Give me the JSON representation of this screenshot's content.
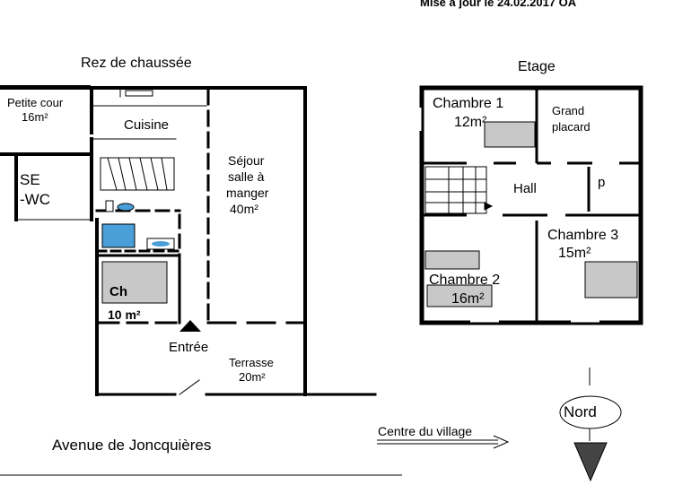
{
  "header": {
    "update_note": "Mise à jour le 24.02.2017 OA"
  },
  "ground_floor": {
    "title": "Rez de chaussée",
    "rooms": {
      "petite_cour": {
        "name": "Petite cour",
        "area": "16m²"
      },
      "cuisine": {
        "name": "Cuisine"
      },
      "se_wc": {
        "line1": "SE",
        "line2": "-WC"
      },
      "sejour": {
        "line1": "Séjour",
        "line2": "salle à",
        "line3": "manger",
        "area": "40m²"
      },
      "chambre": {
        "name": "Ch",
        "area": "10 m²"
      },
      "terrasse": {
        "name": "Terrasse",
        "area": "20m²"
      }
    },
    "entrance": "Entrée"
  },
  "upper_floor": {
    "title": "Etage",
    "rooms": {
      "chambre1": {
        "name": "Chambre 1",
        "area": "12m²"
      },
      "grand_placard": {
        "line1": "Grand",
        "line2": "placard"
      },
      "hall": {
        "name": "Hall"
      },
      "placard_small": {
        "name": "p"
      },
      "chambre2": {
        "name": "Chambre 2",
        "area": "16m²"
      },
      "chambre3": {
        "name": "Chambre 3",
        "area": "15m²"
      }
    }
  },
  "street": {
    "name": "Avenue de Joncquières"
  },
  "direction": {
    "village": "Centre du village"
  },
  "compass": {
    "label": "Nord"
  }
}
